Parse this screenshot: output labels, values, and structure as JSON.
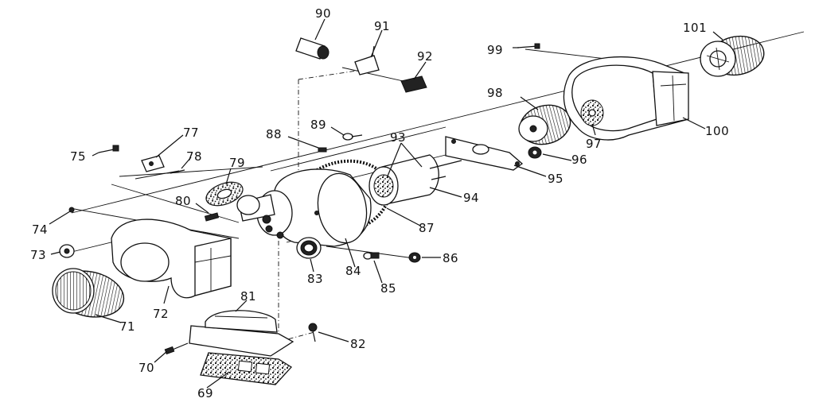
{
  "callouts": {
    "c69": "69",
    "c70": "70",
    "c71": "71",
    "c72": "72",
    "c73": "73",
    "c74": "74",
    "c75": "75",
    "c77": "77",
    "c78": "78",
    "c79": "79",
    "c80": "80",
    "c81": "81",
    "c82": "82",
    "c83": "83",
    "c84": "84",
    "c85": "85",
    "c86": "86",
    "c87": "87",
    "c88": "88",
    "c89": "89",
    "c90": "90",
    "c91": "91",
    "c92": "92",
    "c93": "93",
    "c94": "94",
    "c95": "95",
    "c96": "96",
    "c97": "97",
    "c98": "98",
    "c99": "99",
    "c100": "100",
    "c101": "101"
  }
}
